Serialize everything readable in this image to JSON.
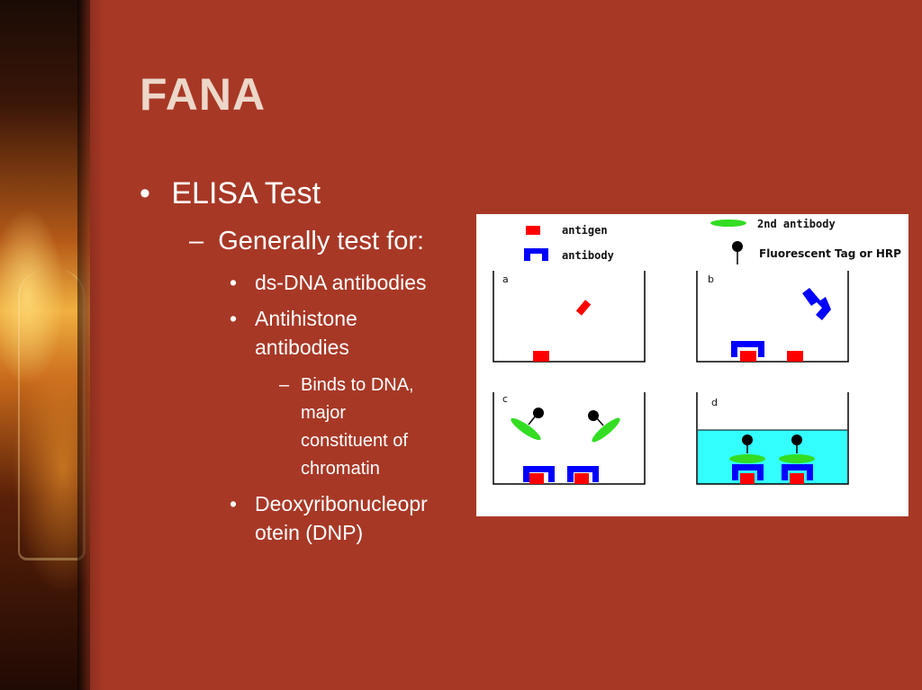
{
  "slide": {
    "title": "FANA",
    "bullets": {
      "level1": {
        "marker": "•",
        "text": "ELISA Test"
      },
      "level2": {
        "marker": "–",
        "text": "Generally test for:"
      },
      "item1": {
        "marker": "•",
        "text": "ds-DNA antibodies"
      },
      "item2": {
        "marker": "•",
        "line1": "Antihistone",
        "line2": "antibodies"
      },
      "sub": {
        "marker": "–",
        "lines": [
          "Binds to DNA,",
          "major",
          "constituent of",
          "chromatin"
        ]
      },
      "item3": {
        "marker": "•",
        "line1": "Deoxyribonucleopr",
        "line2": "otein (DNP)"
      }
    }
  },
  "diagram": {
    "legend": {
      "antigen": "antigen",
      "antibody": "antibody",
      "second_antibody": "2nd antibody",
      "tag": "Fluorescent Tag or HRP"
    },
    "panels": [
      "a",
      "b",
      "c",
      "d"
    ],
    "colors": {
      "antigen": "#ff0000",
      "antibody": "#0000ff",
      "second_antibody": "#33dd22",
      "tag": "#000000",
      "fluid": "#33ffff"
    }
  }
}
